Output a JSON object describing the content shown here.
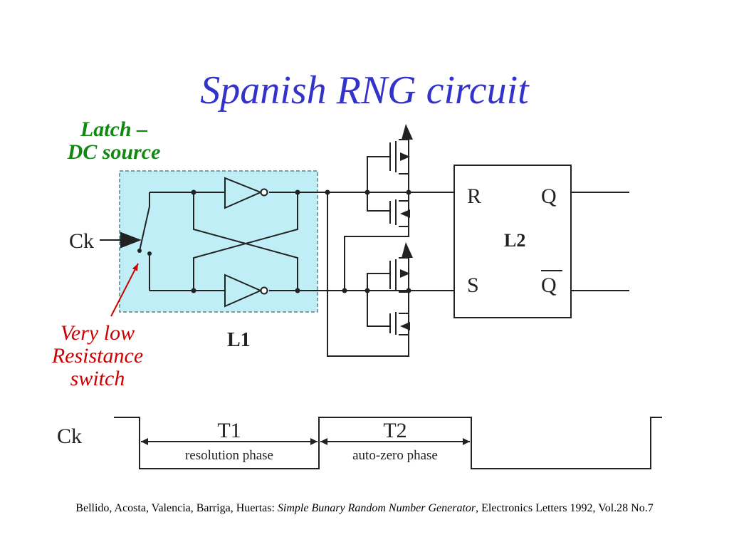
{
  "title": "Spanish RNG circuit",
  "colors": {
    "title": "#3333cc",
    "latch_label": "#118811",
    "switch_label": "#cc0000",
    "latch_box_fill": "#bfeef7",
    "latch_box_border": "#5a7f86",
    "pointer": "#cc0000",
    "wire": "#222222"
  },
  "annotations": {
    "latch_line1": "Latch –",
    "latch_line2": "DC source",
    "switch_line1": "Very low",
    "switch_line2": "Resistance",
    "switch_line3": "switch"
  },
  "circuit": {
    "clock_input": "Ck",
    "latch_name": "L1",
    "flipflop_name": "L2",
    "flipflop_inputs": [
      "R",
      "S"
    ],
    "flipflop_outputs": [
      "Q",
      "Q"
    ]
  },
  "timing": {
    "signal": "Ck",
    "phases": [
      {
        "name": "T1",
        "label": "resolution phase"
      },
      {
        "name": "T2",
        "label": "auto-zero phase"
      }
    ]
  },
  "reference": {
    "authors": "Bellido, Acosta, Valencia, Barriga, Huertas: ",
    "paper_title": "Simple Bunary Random Number Generator",
    "venue": ", Electronics Letters 1992, Vol.28 No.7"
  }
}
